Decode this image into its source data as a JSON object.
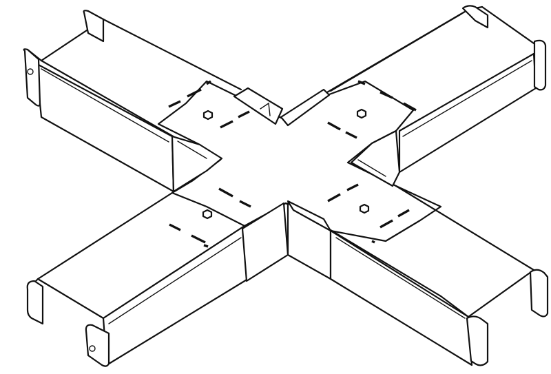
{
  "diagram": {
    "subject": "",
    "colors": {
      "line": "#111111",
      "background": "#ffffff",
      "fill": "#ffffff"
    },
    "parts": [
      {
        "name": "arm-upper-left"
      },
      {
        "name": "arm-upper-right"
      },
      {
        "name": "arm-lower-left"
      },
      {
        "name": "arm-lower-right"
      },
      {
        "name": "center-plate"
      }
    ]
  }
}
